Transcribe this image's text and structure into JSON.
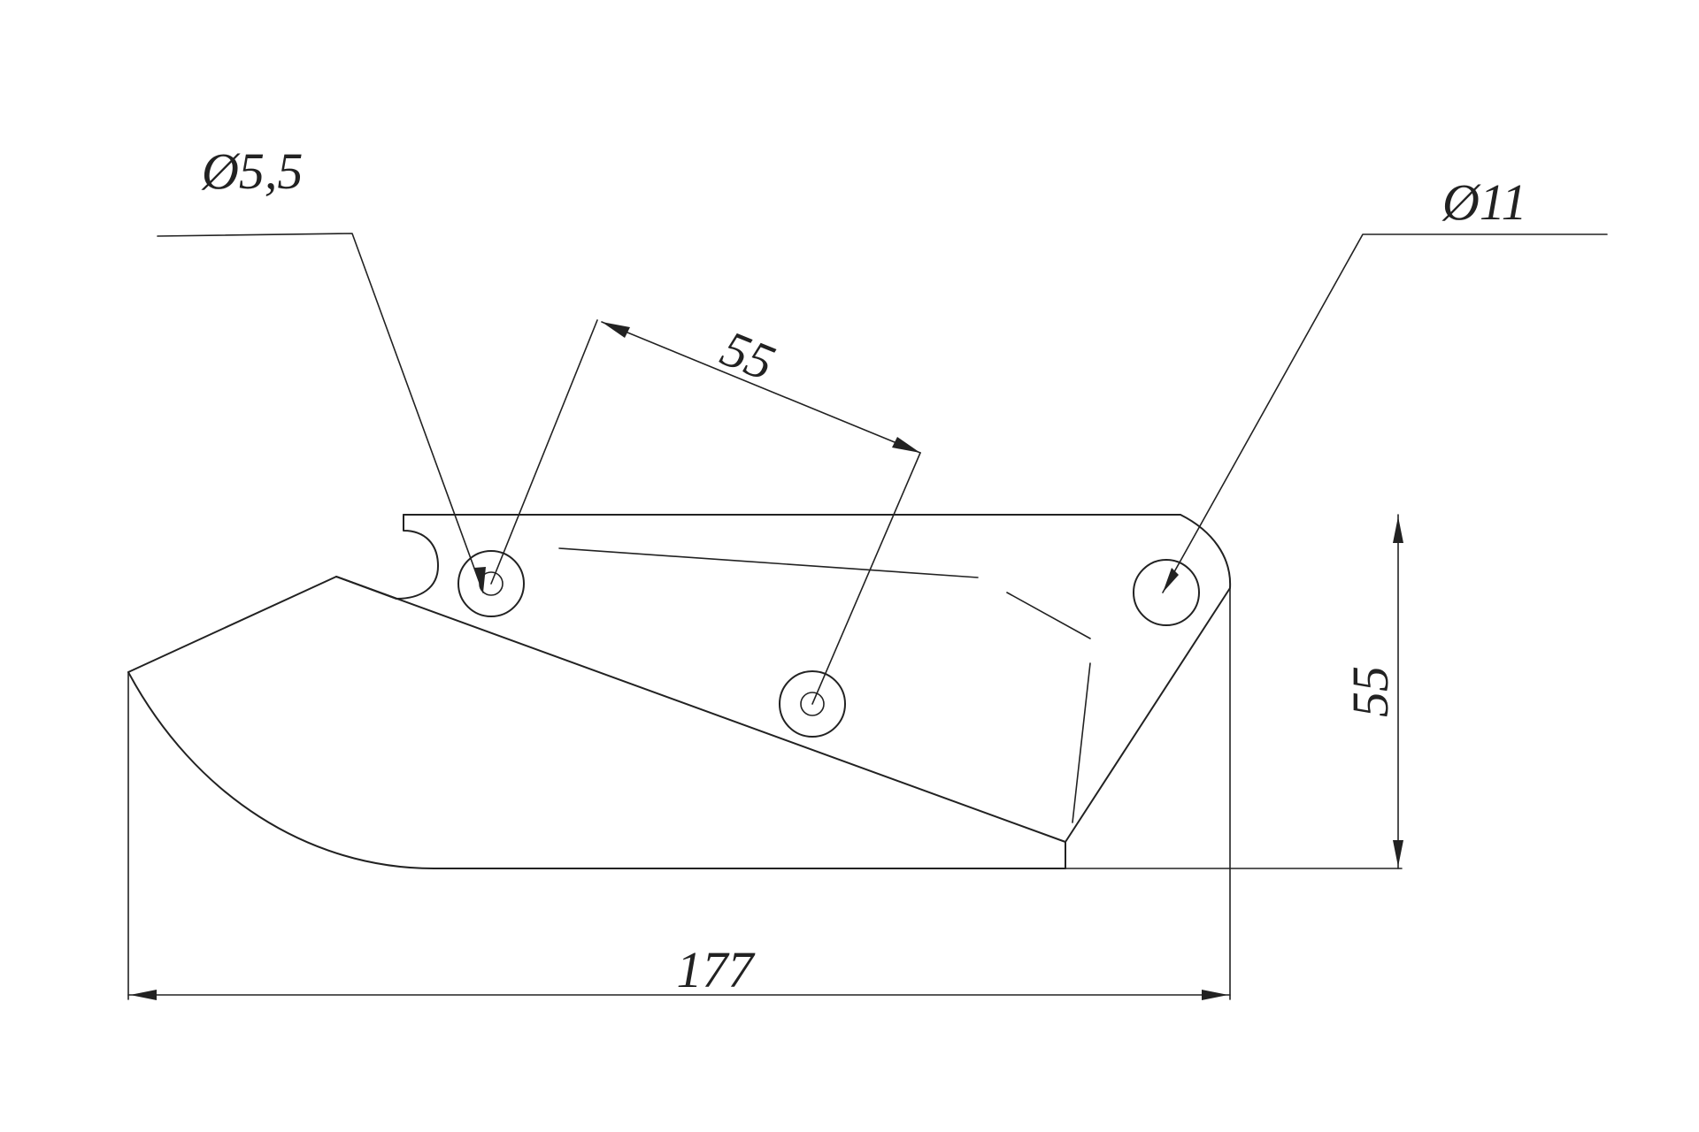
{
  "drawing": {
    "hole_small_label": "Ø5,5",
    "hole_large_label": "Ø11",
    "hole_spacing_label": "55",
    "height_label": "55",
    "length_label": "177"
  },
  "colors": {
    "line": "#222222",
    "background": "#ffffff"
  }
}
